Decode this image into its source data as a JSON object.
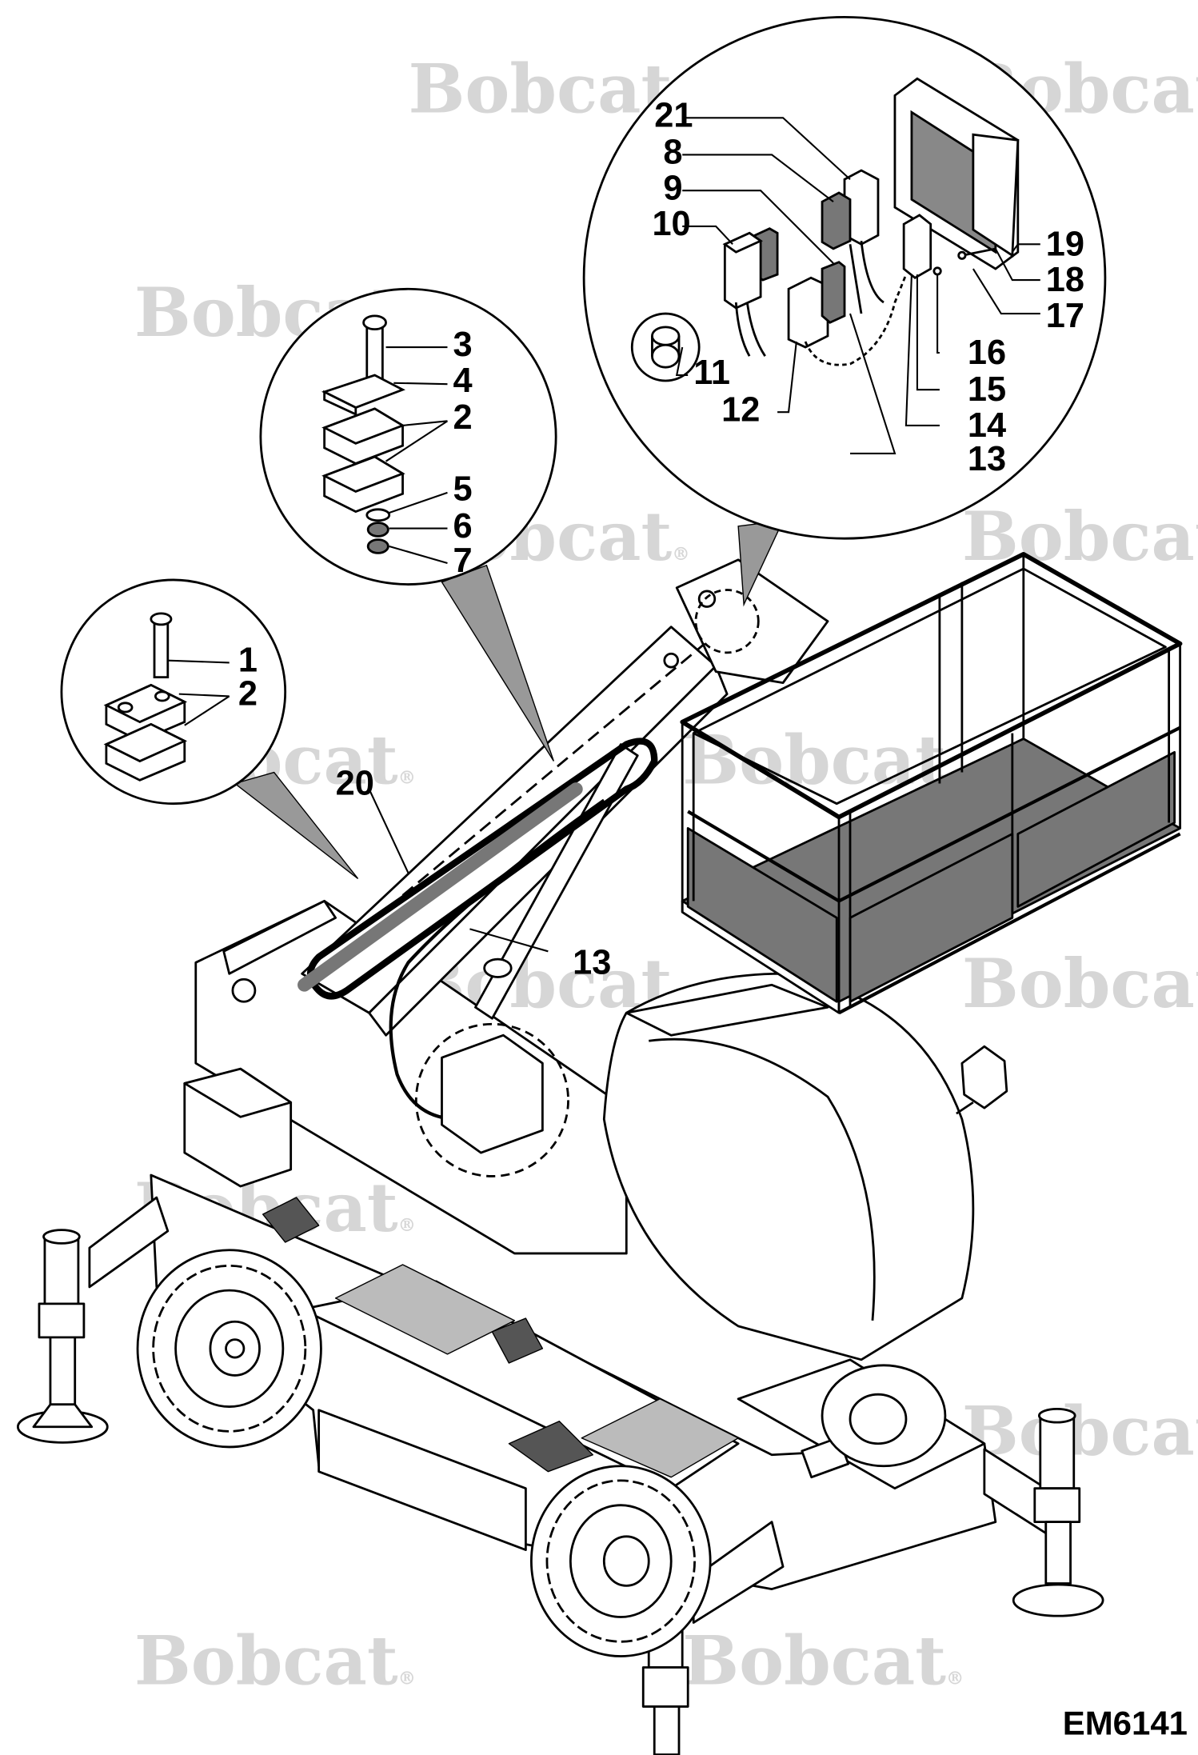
{
  "drawing_code": "EM6141",
  "watermark_text": "Bobcat",
  "watermark_mark": "®",
  "colors": {
    "line": "#000000",
    "shade": "#777777",
    "fill": "#ffffff",
    "watermark": "#d6d6d6"
  },
  "callouts": {
    "c1": "1",
    "c2a": "2",
    "c2b": "2",
    "c3": "3",
    "c4": "4",
    "c5": "5",
    "c6": "6",
    "c7": "7",
    "c8": "8",
    "c9": "9",
    "c10": "10",
    "c11": "11",
    "c12": "12",
    "c13a": "13",
    "c13b": "13",
    "c14": "14",
    "c15": "15",
    "c16": "16",
    "c17": "17",
    "c18": "18",
    "c19": "19",
    "c20": "20",
    "c21": "21"
  }
}
